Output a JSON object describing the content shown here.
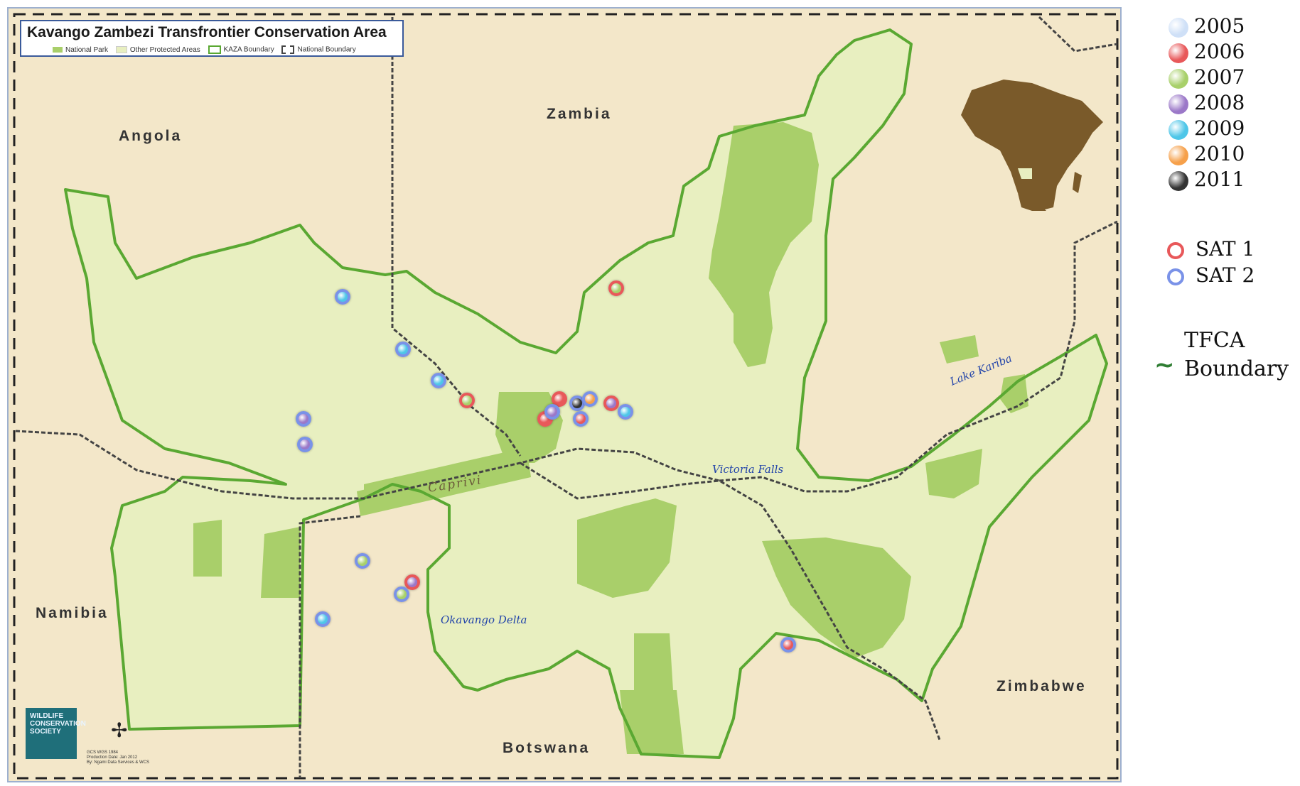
{
  "map": {
    "title": "Kavango Zambezi Transfrontier Conservation Area",
    "key": [
      {
        "label": "National Park",
        "color": "#a9cf6a"
      },
      {
        "label": "Other Protected Areas",
        "color": "#e8efc0"
      },
      {
        "label": "KAZA Boundary",
        "color": "#5aa832"
      },
      {
        "label": "National Boundary",
        "color": "#444444"
      }
    ],
    "countries": {
      "angola": "Angola",
      "zambia": "Zambia",
      "namibia": "Namibia",
      "botswana": "Botswana",
      "zimbabwe": "Zimbabwe"
    },
    "features": {
      "caprivi": "Caprivi",
      "okavango": "Okavango Delta",
      "victoria_falls": "Victoria Falls",
      "lake_kariba": "Lake Kariba"
    },
    "logo": "Wildlife Conservation Society",
    "credits": "GCS WGS 1984\nProduction Date: Jan 2012\nBy: Ngami Data Services & WCS",
    "colors": {
      "background": "#f3e7c9",
      "other_protected": "#e8efc0",
      "national_park": "#a9cf6a",
      "kaza_boundary": "#5aa832",
      "national_boundary": "#444444"
    },
    "africa_inset": {
      "label": "",
      "fill": "#7a5a2a",
      "highlight": "#e8efc0"
    }
  },
  "legend": {
    "years": [
      {
        "label": "2005",
        "color": "#cfe0f7"
      },
      {
        "label": "2006",
        "color": "#e8585a"
      },
      {
        "label": "2007",
        "color": "#a8d06a"
      },
      {
        "label": "2008",
        "color": "#9b78c8"
      },
      {
        "label": "2009",
        "color": "#4ec6e8"
      },
      {
        "label": "2010",
        "color": "#f6a04a"
      },
      {
        "label": "2011",
        "color": "#333333"
      }
    ],
    "serotypes": [
      {
        "label": "SAT 1",
        "ring": "#e8585a"
      },
      {
        "label": "SAT 2",
        "ring": "#7a92e8"
      }
    ],
    "boundary": {
      "line1": "TFCA",
      "line2": "Boundary",
      "symbol": "~"
    }
  },
  "outbreaks": [
    {
      "year": "2009",
      "sat": "SAT 2"
    },
    {
      "year": "2009",
      "sat": "SAT 2"
    },
    {
      "year": "2009",
      "sat": "SAT 2"
    },
    {
      "year": "2007",
      "sat": "SAT 1"
    },
    {
      "year": "2007",
      "sat": "SAT 1"
    },
    {
      "year": "2008",
      "sat": "SAT 2"
    },
    {
      "year": "2008",
      "sat": "SAT 2"
    },
    {
      "year": "2006",
      "sat": "SAT 1"
    },
    {
      "year": "2006",
      "sat": "SAT 1"
    },
    {
      "year": "2008",
      "sat": "SAT 2"
    },
    {
      "year": "2011",
      "sat": "SAT 2"
    },
    {
      "year": "2010",
      "sat": "SAT 2"
    },
    {
      "year": "2006",
      "sat": "SAT 2"
    },
    {
      "year": "2008",
      "sat": "SAT 1"
    },
    {
      "year": "2009",
      "sat": "SAT 2"
    },
    {
      "year": "2007",
      "sat": "SAT 2"
    },
    {
      "year": "2008",
      "sat": "SAT 1"
    },
    {
      "year": "2007",
      "sat": "SAT 2"
    },
    {
      "year": "2009",
      "sat": "SAT 2"
    },
    {
      "year": "2006",
      "sat": "SAT 2"
    }
  ]
}
